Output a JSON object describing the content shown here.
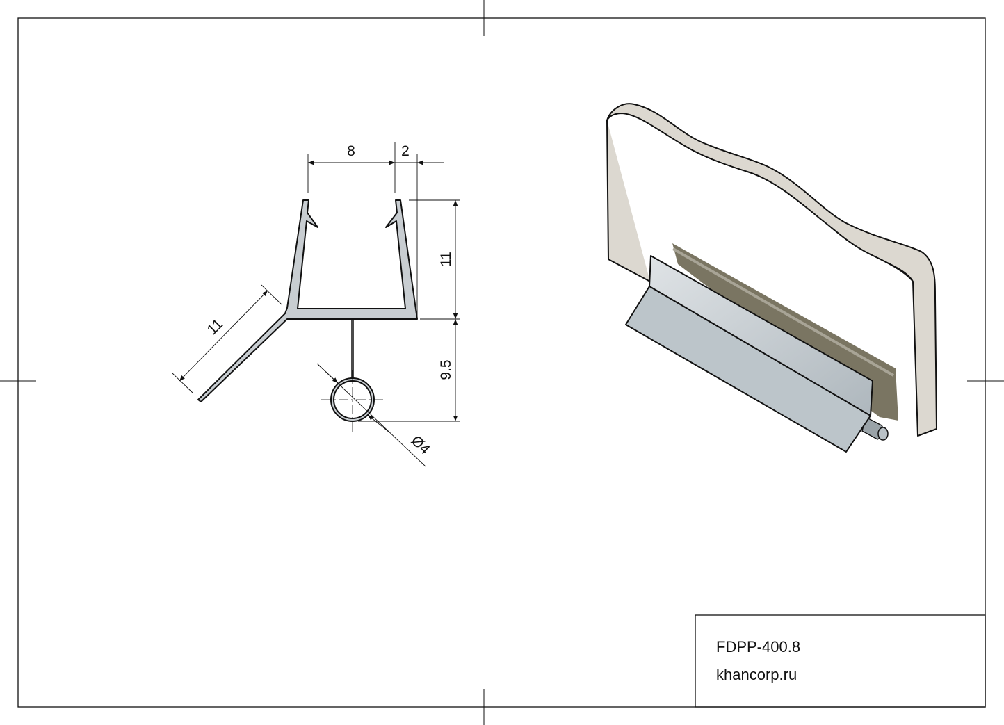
{
  "drawing": {
    "dimensions": {
      "channel_width": "8",
      "wall_thickness": "2",
      "channel_height": "11",
      "fin_length": "11",
      "bulb_offset": "9.5",
      "bulb_diameter": "Ø4"
    },
    "colors": {
      "profile_fill": "#c8cdd1",
      "glass_fill": "#dcd8d0",
      "groove_fill": "#7a7562",
      "line": "#111111"
    }
  },
  "title_block": {
    "part_number": "FDPP-400.8",
    "website": "khancorp.ru"
  }
}
